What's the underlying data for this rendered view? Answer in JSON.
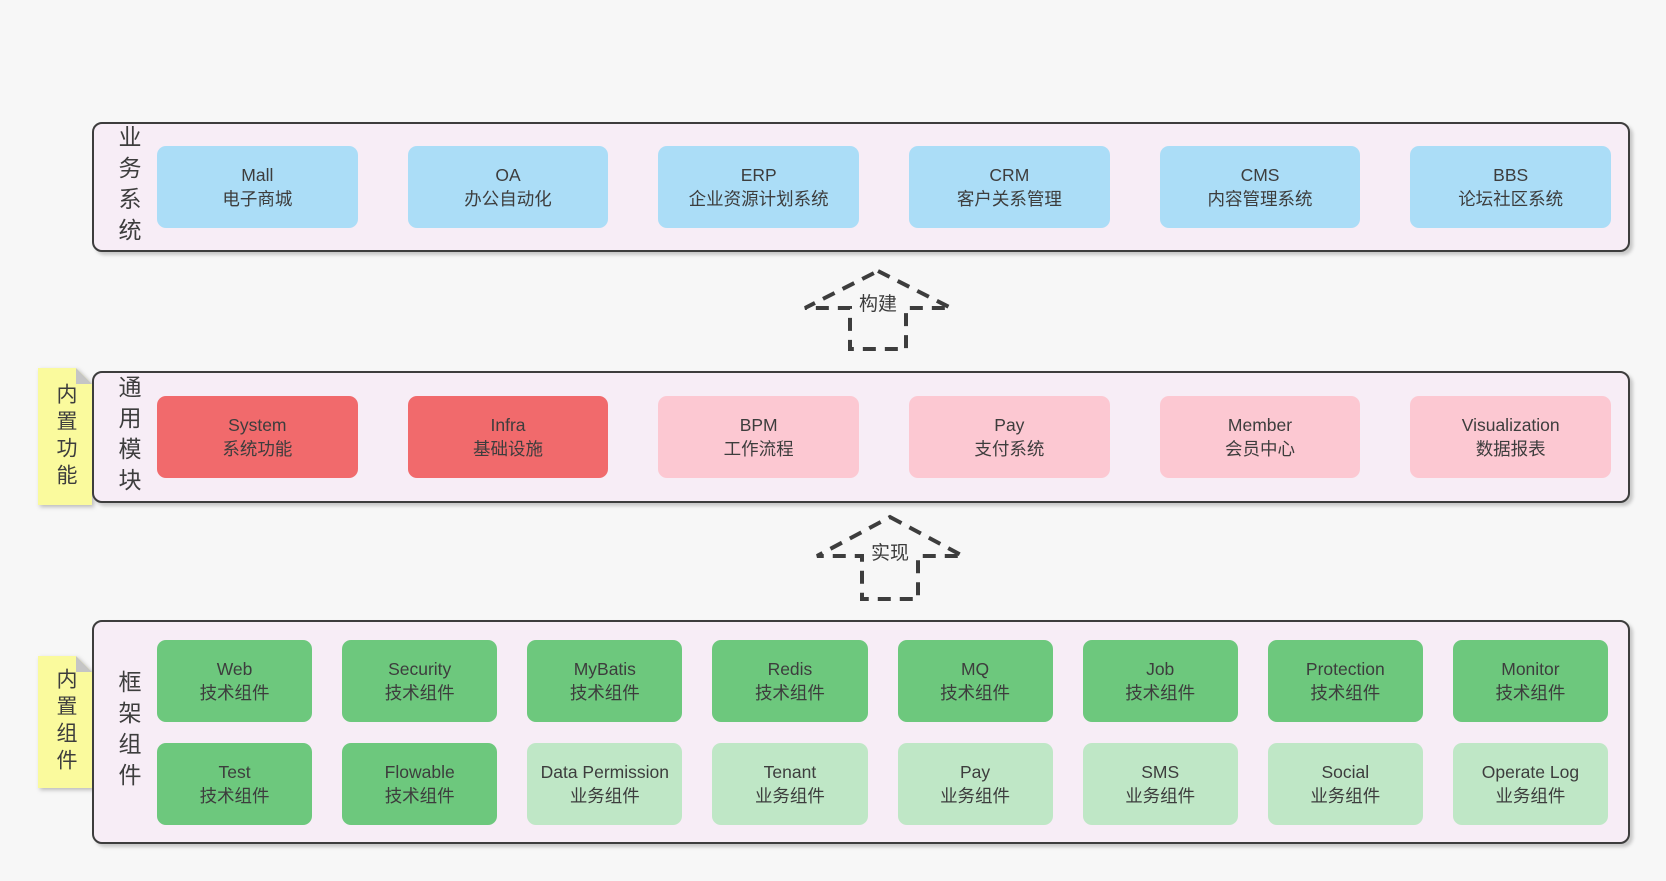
{
  "colors": {
    "page_bg": "#f7f7f7",
    "panel_bg": "#f7edf6",
    "panel_border": "#3d3d3d",
    "text": "#3d3d3d",
    "blue": "#abddf7",
    "red": "#f16a6c",
    "pink": "#fcc8d2",
    "green": "#6dc87d",
    "lightgreen": "#bfe7c6",
    "yellow": "#fafa9d",
    "fold_gray": "#c5c5c5"
  },
  "sections": [
    {
      "label": "业务系统",
      "boxes": [
        {
          "title": "Mall",
          "subtitle": "电子商城",
          "color": "blue"
        },
        {
          "title": "OA",
          "subtitle": "办公自动化",
          "color": "blue"
        },
        {
          "title": "ERP",
          "subtitle": "企业资源计划系统",
          "color": "blue"
        },
        {
          "title": "CRM",
          "subtitle": "客户关系管理",
          "color": "blue"
        },
        {
          "title": "CMS",
          "subtitle": "内容管理系统",
          "color": "blue"
        },
        {
          "title": "BBS",
          "subtitle": "论坛社区系统",
          "color": "blue"
        }
      ]
    },
    {
      "label": "通用模块",
      "note": "内置功能",
      "boxes": [
        {
          "title": "System",
          "subtitle": "系统功能",
          "color": "red"
        },
        {
          "title": "Infra",
          "subtitle": "基础设施",
          "color": "red"
        },
        {
          "title": "BPM",
          "subtitle": "工作流程",
          "color": "pink"
        },
        {
          "title": "Pay",
          "subtitle": "支付系统",
          "color": "pink"
        },
        {
          "title": "Member",
          "subtitle": "会员中心",
          "color": "pink"
        },
        {
          "title": "Visualization",
          "subtitle": "数据报表",
          "color": "pink"
        }
      ]
    },
    {
      "label": "框架组件",
      "note": "内置组件",
      "boxes": [
        {
          "title": "Web",
          "subtitle": "技术组件",
          "color": "green"
        },
        {
          "title": "Security",
          "subtitle": "技术组件",
          "color": "green"
        },
        {
          "title": "MyBatis",
          "subtitle": "技术组件",
          "color": "green"
        },
        {
          "title": "Redis",
          "subtitle": "技术组件",
          "color": "green"
        },
        {
          "title": "MQ",
          "subtitle": "技术组件",
          "color": "green"
        },
        {
          "title": "Job",
          "subtitle": "技术组件",
          "color": "green"
        },
        {
          "title": "Protection",
          "subtitle": "技术组件",
          "color": "green"
        },
        {
          "title": "Monitor",
          "subtitle": "技术组件",
          "color": "green"
        },
        {
          "title": "Test",
          "subtitle": "技术组件",
          "color": "green"
        },
        {
          "title": "Flowable",
          "subtitle": "技术组件",
          "color": "green"
        },
        {
          "title": "Data Permission",
          "subtitle": "业务组件",
          "color": "lightgreen"
        },
        {
          "title": "Tenant",
          "subtitle": "业务组件",
          "color": "lightgreen"
        },
        {
          "title": "Pay",
          "subtitle": "业务组件",
          "color": "lightgreen"
        },
        {
          "title": "SMS",
          "subtitle": "业务组件",
          "color": "lightgreen"
        },
        {
          "title": "Social",
          "subtitle": "业务组件",
          "color": "lightgreen"
        },
        {
          "title": "Operate Log",
          "subtitle": "业务组件",
          "color": "lightgreen"
        }
      ]
    }
  ],
  "arrows": [
    {
      "label": "构建"
    },
    {
      "label": "实现"
    }
  ]
}
